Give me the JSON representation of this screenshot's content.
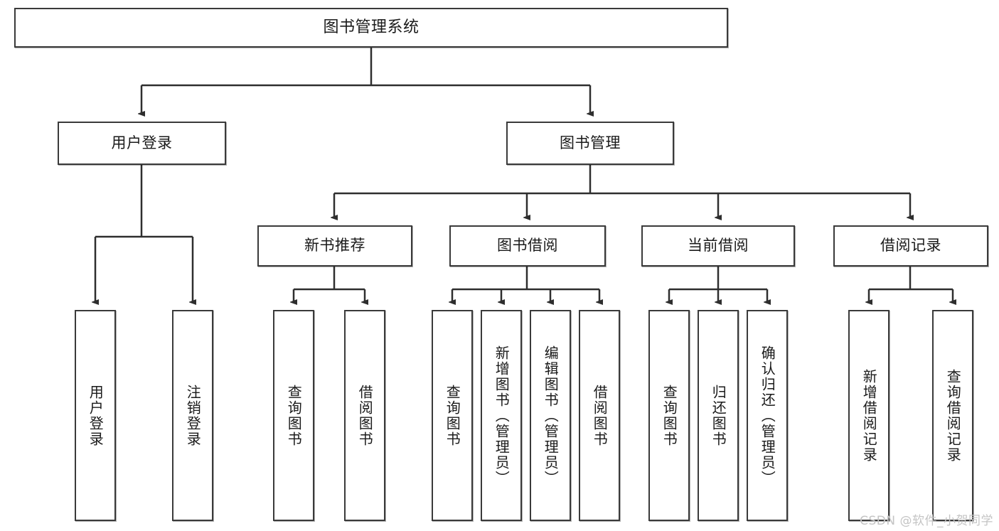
{
  "diagram": {
    "title": "图书管理系统",
    "type": "tree-hierarchy-chart",
    "watermark": "CSDN @软件_小贺同学",
    "colors": {
      "stroke": "#3a3a3a",
      "fill": "#ffffff",
      "text": "#1a1a1a",
      "watermark": "#c4c4c4"
    },
    "nodes": {
      "root": {
        "label": "图书管理系统"
      },
      "level2": [
        {
          "id": "user-login",
          "label": "用户登录"
        },
        {
          "id": "book-manage",
          "label": "图书管理"
        }
      ],
      "level3": [
        {
          "id": "new-book-recommend",
          "label": "新书推荐"
        },
        {
          "id": "book-borrow",
          "label": "图书借阅"
        },
        {
          "id": "current-borrow",
          "label": "当前借阅"
        },
        {
          "id": "borrow-record",
          "label": "借阅记录"
        }
      ],
      "leaves": [
        {
          "id": "leaf-user-login",
          "parent": "user-login",
          "label": "用户登录"
        },
        {
          "id": "leaf-logout-login",
          "parent": "user-login",
          "label": "注销登录"
        },
        {
          "id": "leaf-query-book-1",
          "parent": "new-book-recommend",
          "label": "查询图书"
        },
        {
          "id": "leaf-borrow-book-1",
          "parent": "new-book-recommend",
          "label": "借阅图书"
        },
        {
          "id": "leaf-query-book-2",
          "parent": "book-borrow",
          "label": "查询图书"
        },
        {
          "id": "leaf-add-book",
          "parent": "book-borrow",
          "label": "新增图书（管理员）"
        },
        {
          "id": "leaf-edit-book",
          "parent": "book-borrow",
          "label": "编辑图书（管理员）"
        },
        {
          "id": "leaf-borrow-book-2",
          "parent": "book-borrow",
          "label": "借阅图书"
        },
        {
          "id": "leaf-query-book-3",
          "parent": "current-borrow",
          "label": "查询图书"
        },
        {
          "id": "leaf-return-book",
          "parent": "current-borrow",
          "label": "归还图书"
        },
        {
          "id": "leaf-confirm-return",
          "parent": "current-borrow",
          "label": "确认归还（管理员）"
        },
        {
          "id": "leaf-add-record",
          "parent": "borrow-record",
          "label": "新增借阅记录"
        },
        {
          "id": "leaf-query-record",
          "parent": "borrow-record",
          "label": "查询借阅记录"
        }
      ]
    }
  }
}
